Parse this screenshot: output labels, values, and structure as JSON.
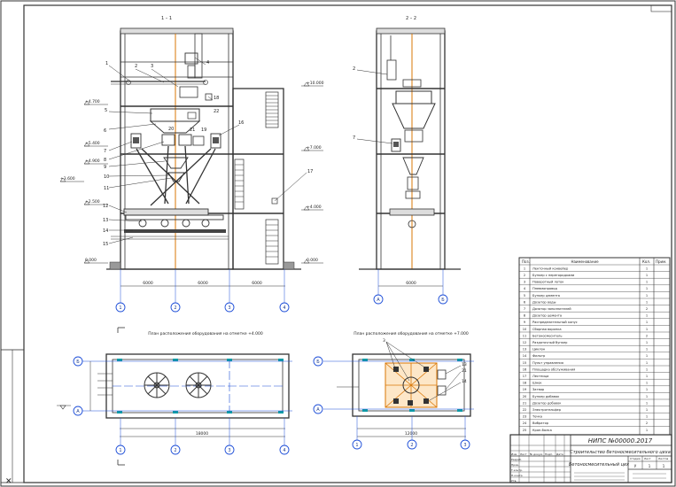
{
  "sheet": {
    "document_code": "НИПС №00000.2017",
    "title_line": "Строительство бетоносмесительного цеха",
    "drawing_title": "Бетоносмесительный цех",
    "stage": "У",
    "sheet_no": "1",
    "sheets_total": "1"
  },
  "views": {
    "section_1": "1 – 1",
    "section_2": "2 – 2",
    "plan_left": "План расположения оборудования на отметке +4.000",
    "plan_right": "План расположения оборудования на отметке +7.000"
  },
  "elevations": {
    "e1": "+4.700",
    "e2": "+10.000",
    "e3": "+5.400",
    "e4": "+4.900",
    "e5": "+7.000",
    "e6": "+3.600",
    "e7": "+2.500",
    "e8": "0.000",
    "e9": "+4.000",
    "e10": "0.000"
  },
  "grid_axes": {
    "left_section": [
      "1",
      "2",
      "3",
      "4"
    ],
    "right_section": [
      "А",
      "Б"
    ],
    "plan_left_cols": [
      "1",
      "2",
      "3",
      "4"
    ],
    "plan_left_rows": [
      "Б",
      "А"
    ],
    "plan_right_cols": [
      "1",
      "2",
      "3"
    ],
    "plan_right_rows": [
      "Б",
      "А"
    ]
  },
  "dimensions": {
    "left_bays": [
      "6000",
      "6000",
      "6000"
    ],
    "right_bay": "6000",
    "plan_left_total": "18000",
    "plan_right_total": "12000"
  },
  "callouts": [
    "1",
    "2",
    "3",
    "4",
    "5",
    "6",
    "7",
    "8",
    "9",
    "10",
    "11",
    "12",
    "13",
    "14",
    "15",
    "16",
    "17",
    "18",
    "19",
    "20",
    "21",
    "22"
  ],
  "spec_table": {
    "headers": [
      "Поз.",
      "Наименование",
      "Кол.",
      "Прим."
    ],
    "rows": [
      {
        "pos": "1",
        "name": "Ленточный конвейер",
        "qty": "1"
      },
      {
        "pos": "2",
        "name": "Бункер с перегородками",
        "qty": "1"
      },
      {
        "pos": "3",
        "name": "Поворотный лоток",
        "qty": "1"
      },
      {
        "pos": "4",
        "name": "Пневмопровод",
        "qty": "1"
      },
      {
        "pos": "5",
        "name": "Бункер цемента",
        "qty": "1"
      },
      {
        "pos": "6",
        "name": "Дозатор воды",
        "qty": "1"
      },
      {
        "pos": "7",
        "name": "Дозатор заполнителей",
        "qty": "2"
      },
      {
        "pos": "8",
        "name": "Дозатор цемента",
        "qty": "1"
      },
      {
        "pos": "9",
        "name": "Распределительный конус",
        "qty": "1"
      },
      {
        "pos": "10",
        "name": "Сборная воронка",
        "qty": "1"
      },
      {
        "pos": "11",
        "name": "Бетоносмеситель",
        "qty": "2"
      },
      {
        "pos": "12",
        "name": "Раздаточный бункер",
        "qty": "1"
      },
      {
        "pos": "13",
        "name": "Циклон",
        "qty": "1"
      },
      {
        "pos": "14",
        "name": "Фильтр",
        "qty": "1"
      },
      {
        "pos": "15",
        "name": "Пульт управления",
        "qty": "1"
      },
      {
        "pos": "16",
        "name": "Площадка обслуживания",
        "qty": "1"
      },
      {
        "pos": "17",
        "name": "Лестница",
        "qty": "1"
      },
      {
        "pos": "18",
        "name": "Шнек",
        "qty": "1"
      },
      {
        "pos": "19",
        "name": "Затвор",
        "qty": "1"
      },
      {
        "pos": "20",
        "name": "Бункер добавок",
        "qty": "1"
      },
      {
        "pos": "21",
        "name": "Дозатор добавок",
        "qty": "1"
      },
      {
        "pos": "22",
        "name": "Электротельфер",
        "qty": "1"
      },
      {
        "pos": "23",
        "name": "Течка",
        "qty": "1"
      },
      {
        "pos": "24",
        "name": "Вибратор",
        "qty": "2"
      },
      {
        "pos": "25",
        "name": "Кран-балка",
        "qty": "1"
      }
    ]
  },
  "title_block_labels": {
    "izm": "Изм.",
    "list": "Лист",
    "ndoc": "№ докум.",
    "podp": "Подп.",
    "data": "Дата",
    "razrab": "Разраб.",
    "prov": "Пров.",
    "tkontr": "Т.контр.",
    "nkontr": "Н.контр.",
    "utv": "Утв.",
    "stadia": "Стадия",
    "list2": "Лист",
    "listov": "Листов"
  },
  "colors": {
    "line": "#333333",
    "blue": "#1e3a8a",
    "axis": "#1d4ed8",
    "cyan": "#0e9aa7",
    "orange": "#d97706"
  }
}
